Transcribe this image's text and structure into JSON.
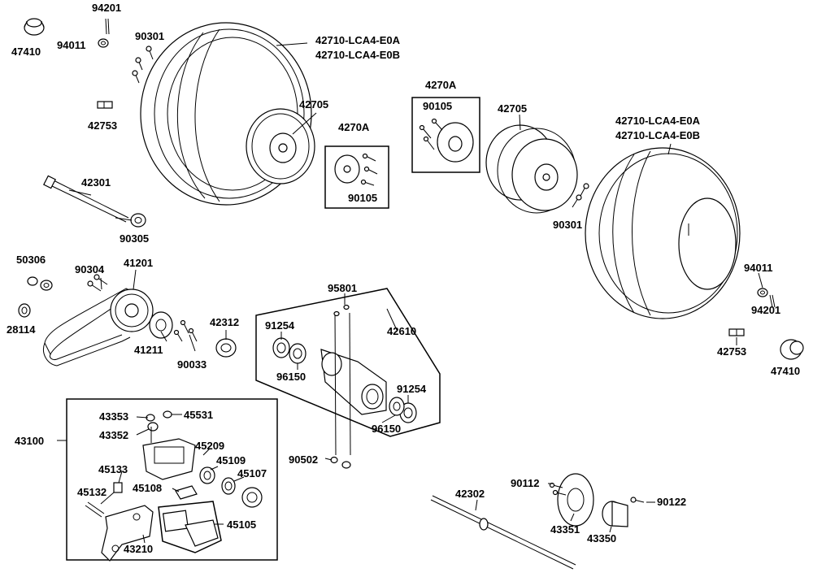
{
  "labels": {
    "p94201_top": "94201",
    "p94011_top": "94011",
    "p47410_top": "47410",
    "p90301_top": "90301",
    "p42710_top_a": "42710-LCA4-E0A",
    "p42710_top_b": "42710-LCA4-E0B",
    "p42753_top": "42753",
    "p42705_left": "42705",
    "p4270A_left": "4270A",
    "p90105_left": "90105",
    "p4270A_right": "4270A",
    "p90105_right": "90105",
    "p42705_right": "42705",
    "p42710_right_a": "42710-LCA4-E0A",
    "p42710_right_b": "42710-LCA4-E0B",
    "p42301": "42301",
    "p90305": "90305",
    "p90301_right": "90301",
    "p50306": "50306",
    "p90304": "90304",
    "p41201": "41201",
    "p28114": "28114",
    "p41211": "41211",
    "p90033": "90033",
    "p42312": "42312",
    "p95801": "95801",
    "p91254_left": "91254",
    "p42610": "42610",
    "p96150_left": "96150",
    "p91254_right": "91254",
    "p96150_right": "96150",
    "p94011_right": "94011",
    "p94201_right": "94201",
    "p42753_right": "42753",
    "p47410_right": "47410",
    "p43100": "43100",
    "p43353": "43353",
    "p45531": "45531",
    "p43352": "43352",
    "p45209": "45209",
    "p45109": "45109",
    "p45107": "45107",
    "p45133": "45133",
    "p45132": "45132",
    "p45108": "45108",
    "p45105": "45105",
    "p43210": "43210",
    "p90502": "90502",
    "p42302": "42302",
    "p90112": "90112",
    "p90122": "90122",
    "p43351": "43351",
    "p43350": "43350"
  }
}
